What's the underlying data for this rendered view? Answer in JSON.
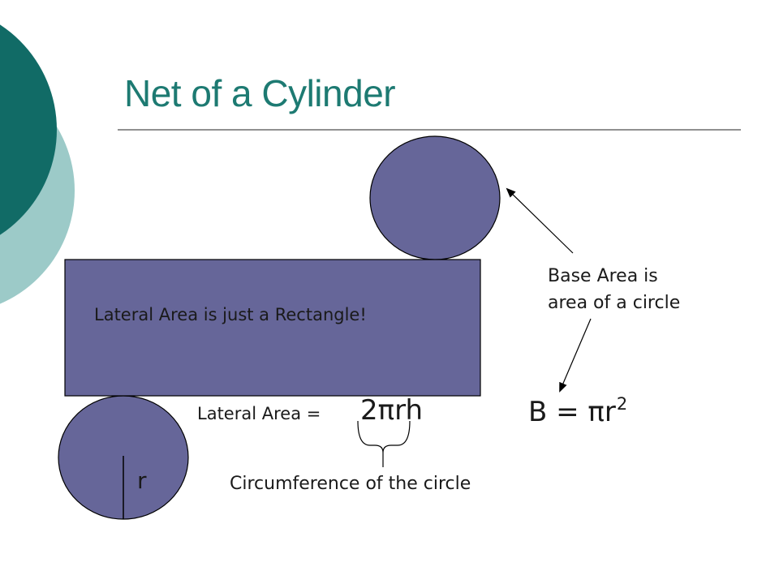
{
  "slide": {
    "title": "Net of a Cylinder",
    "lateral_note": "Lateral Area is just a Rectangle!",
    "base_note_line1": "Base Area is",
    "base_note_line2": "area of a circle",
    "lateral_formula_label": "Lateral Area = ",
    "lateral_formula_expr": "2πrh",
    "base_formula_main": "B = πr",
    "base_formula_exp": "2",
    "radius_label": "r",
    "circumference_label": "Circumference of the circle"
  },
  "colors": {
    "shape_fill": "#666699",
    "title": "#1d7a72",
    "decor_dark": "#116b66",
    "decor_light": "#9ccac8"
  }
}
